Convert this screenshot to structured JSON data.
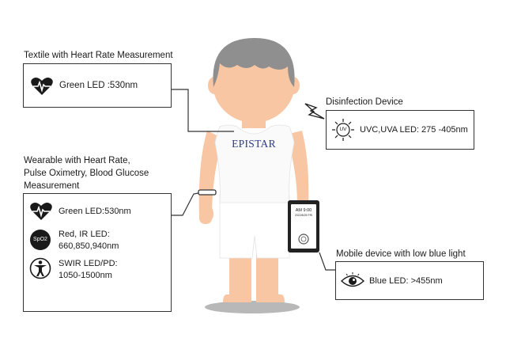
{
  "brand": "EPISTAR",
  "phone": {
    "time": "AM 9:00",
    "date": "2022/8/25 FRI"
  },
  "panels": {
    "textile": {
      "title": "Textile with Heart Rate Measurement",
      "rows": [
        {
          "icon": "heart-pulse-icon",
          "text": "Green LED :530nm"
        }
      ]
    },
    "disinfection": {
      "title": "Disinfection Device",
      "rows": [
        {
          "icon": "uv-sun-icon",
          "icon_text": "UV",
          "text": "UVC,UVA LED: 275 -405nm"
        }
      ]
    },
    "wearable": {
      "title_lines": [
        "Wearable with Heart Rate,",
        "Pulse Oximetry, Blood Glucose",
        "Measurement"
      ],
      "rows": [
        {
          "icon": "heart-pulse-icon",
          "text": "Green LED:530nm"
        },
        {
          "icon": "spo2-icon",
          "icon_text": "SpO2",
          "lines": [
            "Red, IR LED:",
            "660,850,940nm"
          ]
        },
        {
          "icon": "body-icon",
          "lines": [
            "SWIR LED/PD:",
            "1050-1500nm"
          ]
        }
      ]
    },
    "mobile": {
      "title": "Mobile device with low blue light",
      "rows": [
        {
          "icon": "eye-icon",
          "text": "Blue LED: >455nm"
        }
      ]
    }
  },
  "colors": {
    "skin": "#f9c6a3",
    "hair": "#8f8f8f",
    "shirt": "#fafafa",
    "brand": "#2d3a86",
    "shadow": "#b8b8b8",
    "line": "#333333"
  }
}
